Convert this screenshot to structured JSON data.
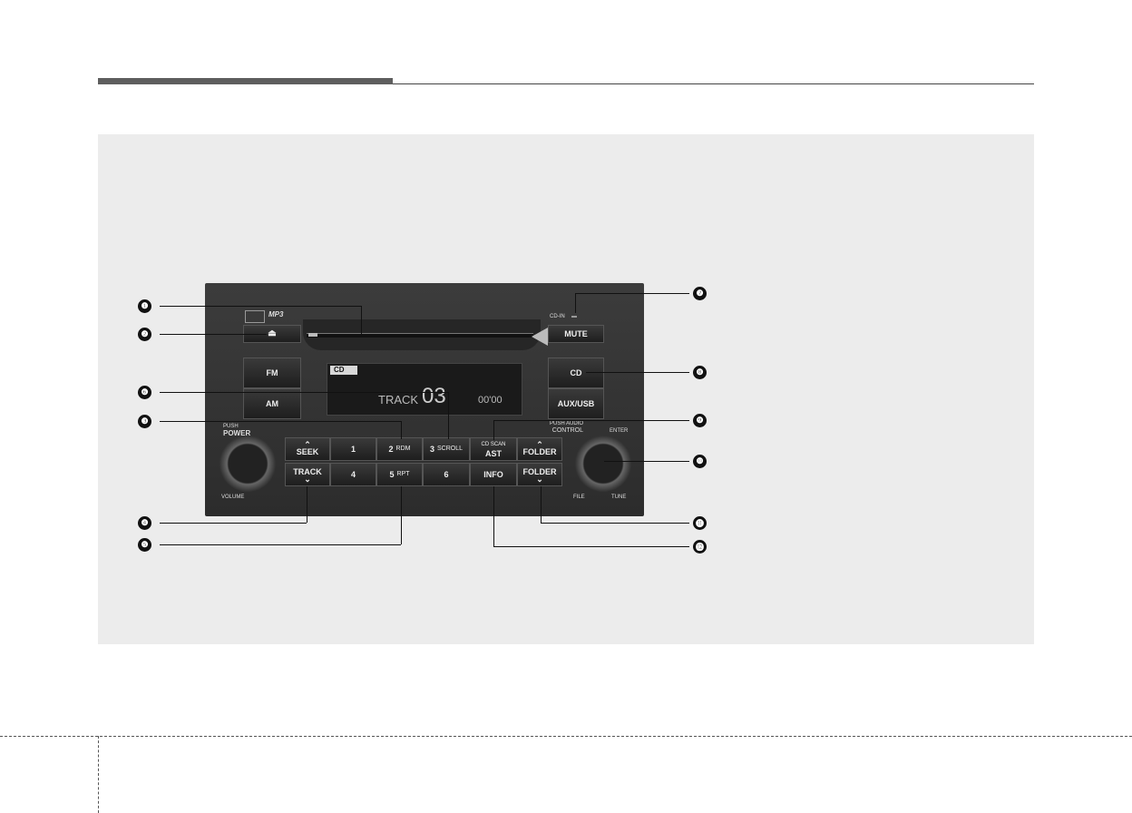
{
  "unit": {
    "mp3_logo": "MP3",
    "eject_icon": "⏏",
    "cd_in_label": "CD-IN",
    "mute": "MUTE",
    "fm": "FM",
    "am": "AM",
    "cd": "CD",
    "aux_usb": "AUX/USB",
    "display": {
      "mode": "CD",
      "track_label": "TRACK",
      "track_number": "03",
      "time": "00'00"
    },
    "left_knob": {
      "push_label": "PUSH",
      "power_label": "POWER",
      "volume_label": "VOLUME"
    },
    "right_knob": {
      "push_label": "PUSH AUDIO",
      "control_label": "CONTROL",
      "enter_label": "ENTER",
      "file_label": "FILE",
      "tune_label": "TUNE"
    },
    "seek": "SEEK",
    "track": "TRACK",
    "preset1": "1",
    "preset2": "2",
    "preset2_sub": "RDM",
    "preset3": "3",
    "preset3_sub": "SCROLL",
    "preset4": "4",
    "preset5": "5",
    "preset5_sub": "RPT",
    "preset6": "6",
    "cd_scan": "CD SCAN",
    "ast": "AST",
    "info": "INFO",
    "folder_up": "FOLDER",
    "folder_down": "FOLDER"
  },
  "callouts": [
    "❶",
    "❷",
    "❸",
    "❹",
    "❺",
    "❻",
    "❼",
    "❽",
    "❾",
    "❿",
    "⓫",
    "⓬"
  ]
}
